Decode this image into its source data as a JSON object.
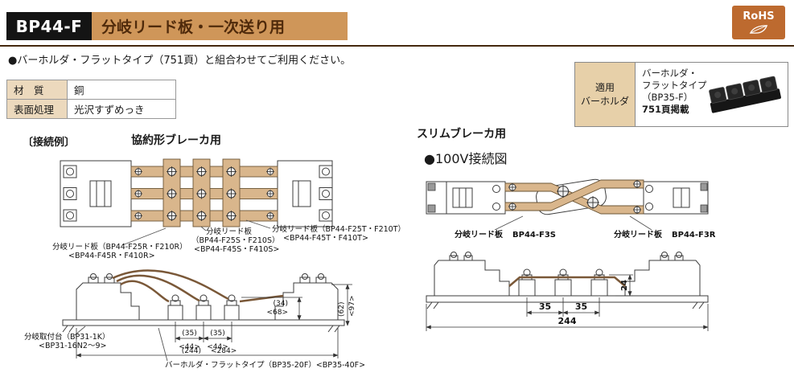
{
  "header": {
    "model": "BP44-F",
    "title": "分岐リード板・一次送り用",
    "rohs_label": "RoHS"
  },
  "note": "●バーホルダ・フラットタイプ（751頁）と組合わせてご利用ください。",
  "spec_table": {
    "rows": [
      {
        "label": "材　質",
        "value": "銅"
      },
      {
        "label": "表面処理",
        "value": "光沢すずめっき"
      }
    ]
  },
  "applicable_holder": {
    "label_line1": "適用",
    "label_line2": "バーホルダ",
    "desc_line1": "バーホルダ・",
    "desc_line2": "フラットタイプ",
    "desc_line3": "（BP35-F）",
    "desc_line4": "751頁掲載"
  },
  "kyoyaku": {
    "example_label": "〔接続例〕",
    "heading": "協約形ブレーカ用",
    "labels": {
      "lead_r1": "分岐リード板（BP44-F25R・F210R）",
      "lead_r2": "<BP44-F45R・F410R>",
      "lead_s1": "分岐リード板",
      "lead_s2": "（BP44-F25S・F210S）",
      "lead_s3": "<BP44-F45S・F410S>",
      "lead_t1": "分岐リード板（BP44-F25T・F210T）",
      "lead_t2": "<BP44-F45T・F410T>",
      "mount1": "分岐取付台（BP31-1K）",
      "mount2": "<BP31-16N2～9>",
      "holder": "バーホルダ・フラットタイプ（BP35-20F）<BP35-40F>"
    },
    "dims": {
      "w35_1": "(35)",
      "w44_1": "<44>",
      "w35_2": "(35)",
      "w44_2": "<44>",
      "w244": "(244)",
      "w284": "<284>",
      "h34": "(34)",
      "h68": "<68>",
      "h62": "(62)",
      "h97": "<97>"
    }
  },
  "slim": {
    "heading": "スリムブレーカ用",
    "diagram_title": "●100V接続図",
    "labels": {
      "lead_s_name": "分岐リード板",
      "lead_s_part": "BP44-F3S",
      "lead_r_name": "分岐リード板",
      "lead_r_part": "BP44-F3R"
    },
    "dims": {
      "w35_1": "35",
      "w35_2": "35",
      "w244": "244",
      "h24": "24"
    }
  },
  "colors": {
    "accent_band": "#cf9659",
    "accent_text": "#4f2a0b",
    "rohs_badge": "#bd6a2f",
    "copper_bar": "#d9b68c",
    "table_label_bg": "#ecd9bd"
  }
}
